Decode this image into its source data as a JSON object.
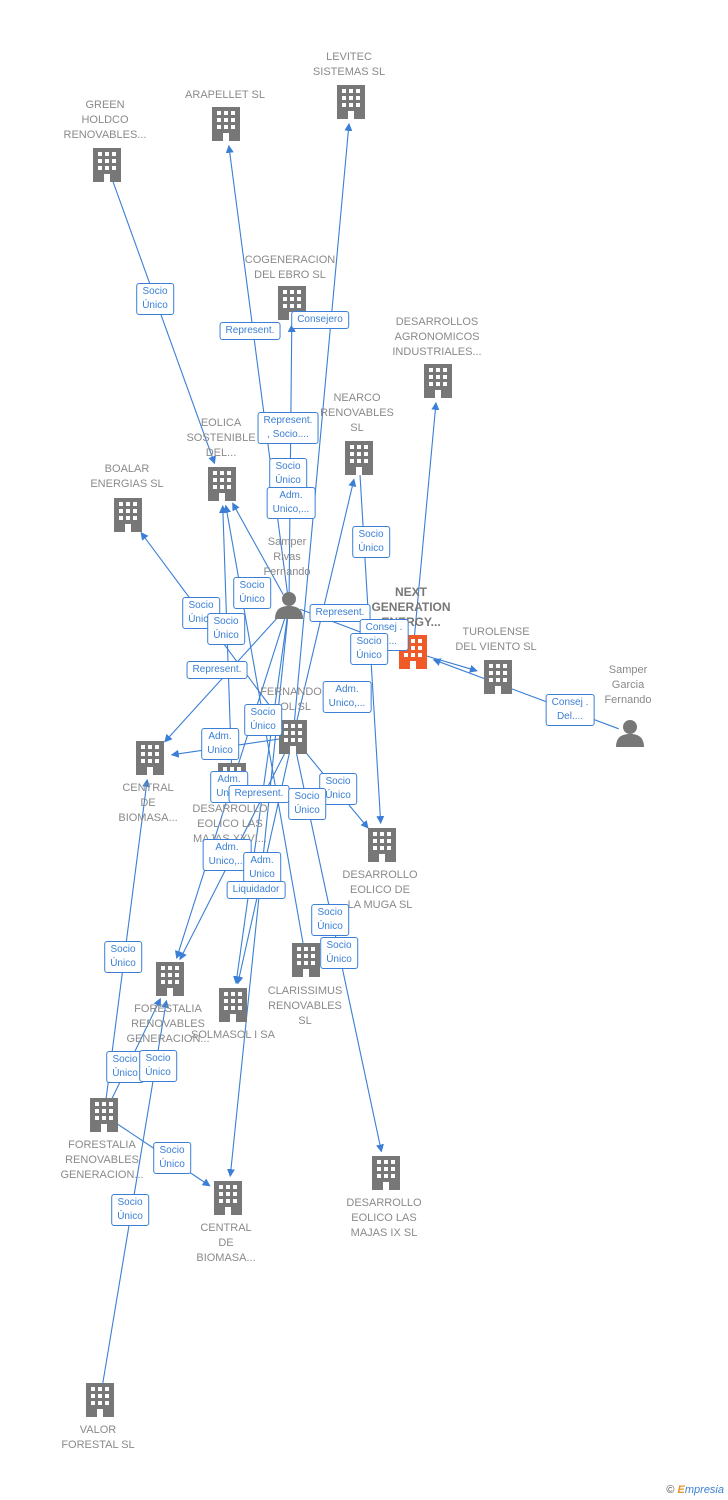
{
  "colors": {
    "company": "#777777",
    "highlight": "#f05a28",
    "person": "#777777",
    "edge": "#3a7fd5"
  },
  "nodes": [
    {
      "id": "green",
      "type": "company",
      "label": "GREEN\nHOLDCO\nRENOVABLES..."
    },
    {
      "id": "arapellet",
      "type": "company",
      "label": "ARAPELLET  SL"
    },
    {
      "id": "levitec",
      "type": "company",
      "label": "LEVITEC\nSISTEMAS  SL"
    },
    {
      "id": "cogeneracion",
      "type": "company",
      "label": "COGENERACION\nDEL EBRO  SL"
    },
    {
      "id": "desagron",
      "type": "company",
      "label": "DESARROLLOS\nAGRONOMICOS\nINDUSTRIALES..."
    },
    {
      "id": "nearco",
      "type": "company",
      "label": "NEARCO\nRENOVABLES\nSL"
    },
    {
      "id": "eolica",
      "type": "company",
      "label": "EOLICA\nSOSTENIBLE\nDEL..."
    },
    {
      "id": "boalar",
      "type": "company",
      "label": "BOALAR\nENERGIAS  SL"
    },
    {
      "id": "samper_rivas",
      "type": "person",
      "label": "Samper\nRivas\nFernando"
    },
    {
      "id": "next",
      "type": "highlight",
      "label": "NEXT\nGENERATION\nENERGY..."
    },
    {
      "id": "turolense",
      "type": "company",
      "label": "TUROLENSE\nDEL VIENTO SL"
    },
    {
      "id": "samper_garcia",
      "type": "person",
      "label": "Samper\nGarcia\nFernando"
    },
    {
      "id": "fernando",
      "type": "company",
      "label": "FERNANDO\n...OL SL"
    },
    {
      "id": "central1",
      "type": "company",
      "label": "CENTRAL\nDE\nBIOMASA..."
    },
    {
      "id": "desxxvi",
      "type": "company",
      "label": "DESARROLLO\nEOLICO LAS\nMAJAS XXVI..."
    },
    {
      "id": "muga",
      "type": "company",
      "label": "DESARROLLO\nEOLICO DE\nLA MUGA SL"
    },
    {
      "id": "forestalia1",
      "type": "company",
      "label": "FORESTALIA\nRENOVABLES\nGENERACION..."
    },
    {
      "id": "solmasol",
      "type": "company",
      "label": "SOLMASOL I SA"
    },
    {
      "id": "clarissimus",
      "type": "company",
      "label": "CLARISSIMUS\nRENOVABLES\nSL"
    },
    {
      "id": "forestalia2",
      "type": "company",
      "label": "FORESTALIA\nRENOVABLES\nGENERACION..."
    },
    {
      "id": "central2",
      "type": "company",
      "label": "CENTRAL\nDE\nBIOMASA..."
    },
    {
      "id": "majasix",
      "type": "company",
      "label": "DESARROLLO\nEOLICO LAS\nMAJAS IX  SL"
    },
    {
      "id": "valor",
      "type": "company",
      "label": "VALOR\nFORESTAL SL"
    }
  ],
  "edges": [
    {
      "from": "green",
      "to": "eolica"
    },
    {
      "from": "samper_rivas",
      "to": "arapellet"
    },
    {
      "from": "fernando",
      "to": "levitec"
    },
    {
      "from": "samper_rivas",
      "to": "cogeneracion"
    },
    {
      "from": "next",
      "to": "desagron"
    },
    {
      "from": "fernando",
      "to": "nearco"
    },
    {
      "from": "samper_rivas",
      "to": "eolica"
    },
    {
      "from": "fernando",
      "to": "boalar"
    },
    {
      "from": "next",
      "to": "turolense"
    },
    {
      "from": "samper_garcia",
      "to": "next"
    },
    {
      "from": "samper_rivas",
      "to": "next"
    },
    {
      "from": "samper_rivas",
      "to": "central1"
    },
    {
      "from": "fernando",
      "to": "central1"
    },
    {
      "from": "fernando",
      "to": "muga"
    },
    {
      "from": "nearco",
      "to": "muga"
    },
    {
      "from": "samper_rivas",
      "to": "forestalia1"
    },
    {
      "from": "fernando",
      "to": "forestalia1"
    },
    {
      "from": "samper_rivas",
      "to": "solmasol"
    },
    {
      "from": "fernando",
      "to": "solmasol"
    },
    {
      "from": "fernando",
      "to": "majasix"
    },
    {
      "from": "clarissimus",
      "to": "eolica"
    },
    {
      "from": "samper_rivas",
      "to": "central2"
    },
    {
      "from": "forestalia2",
      "to": "central1"
    },
    {
      "from": "forestalia2",
      "to": "forestalia1"
    },
    {
      "from": "valor",
      "to": "forestalia1"
    },
    {
      "from": "desxxvi",
      "to": "eolica"
    },
    {
      "from": "forestalia2",
      "to": "central2"
    }
  ],
  "edge_labels": [
    "Socio\nÚnico",
    "Represent.",
    "Consejero",
    "Represent.\n, Socio....",
    "Socio\nÚnico",
    "Adm.\nUnico,...",
    "Socio\nÚnico",
    "Socio\nÚnico",
    "Socio\nÚnico",
    "Socio\nÚnico",
    "Represent.",
    "Consej .\nDel....",
    "Socio\nÚnico",
    "Represent.",
    "Adm.\nUnico,...",
    "Consej .\nDel....",
    "Socio\nÚnico",
    "Adm.\nUnico",
    "Adm.\nUnico",
    "Represent.",
    "Socio\nÚnico",
    "Socio\nÚnico",
    "Adm.\nUnico,...",
    "Adm.\nUnico",
    "Liquidador",
    "Socio\nÚnico",
    "Socio\nÚnico",
    "Socio\nÚnico",
    "Socio\nÚnico",
    "Socio\nÚnico",
    "Socio\nÚnico",
    "Socio\nÚnico"
  ],
  "credit": {
    "symbol": "©",
    "brand_initial": "E",
    "brand_rest": "mpresia"
  }
}
